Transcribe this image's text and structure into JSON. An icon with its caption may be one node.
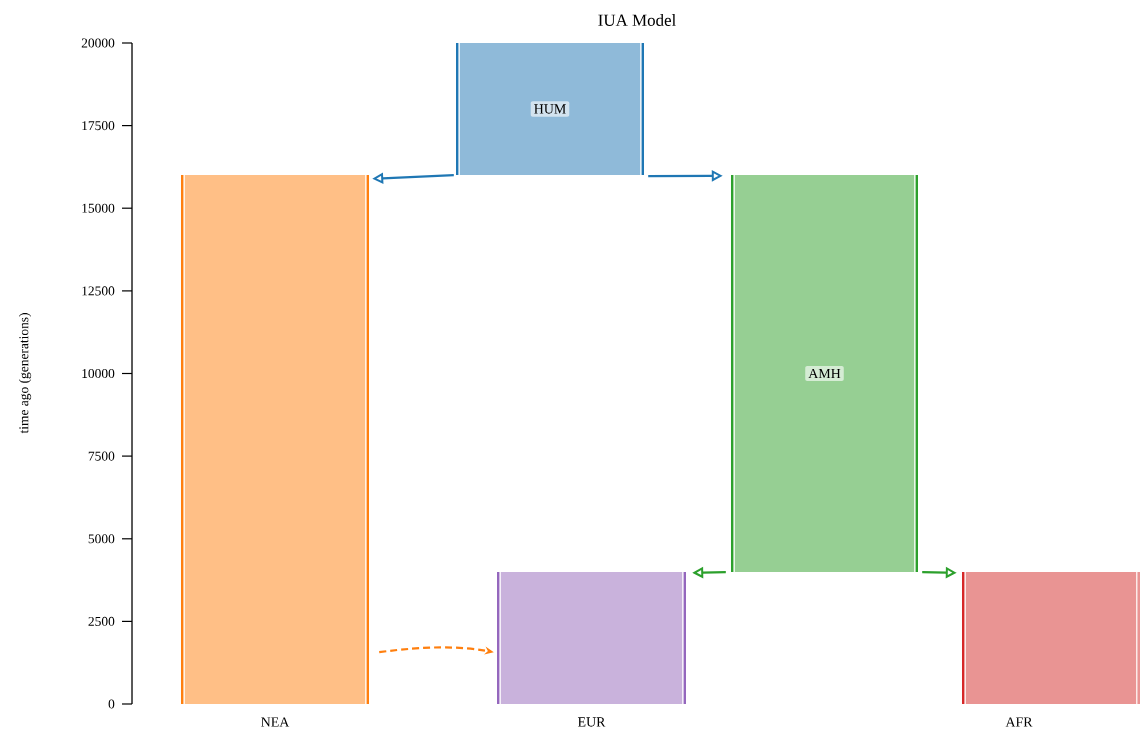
{
  "diagram": {
    "title": "IUA Model",
    "nodes": [
      {
        "text": [
          "HUM"
        ]
      },
      {
        "text": [
          "NEA"
        ]
      },
      {
        "text": [
          "AMH"
        ]
      },
      {
        "text": [
          "EUR"
        ]
      },
      {
        "text": [
          "AFR"
        ]
      }
    ],
    "edges": [
      {
        "from": 0,
        "to": 1,
        "arrow": "to",
        "color": "#1f77b4"
      },
      {
        "from": 0,
        "to": 2,
        "arrow": "to",
        "color": "#1f77b4"
      },
      {
        "from": 2,
        "to": 3,
        "arrow": "to",
        "color": "#2ca02c"
      },
      {
        "from": 2,
        "to": 4,
        "arrow": "to",
        "color": "#2ca02c"
      },
      {
        "from": 1,
        "to": 3,
        "arrow": "to",
        "style": "dashed",
        "color": "#ff7f0e"
      }
    ],
    "labels": [
      "20000",
      "17500",
      "15000",
      "12500",
      "10000",
      "7500",
      "5000",
      "2500",
      "0",
      "time ago (generations)"
    ]
  }
}
